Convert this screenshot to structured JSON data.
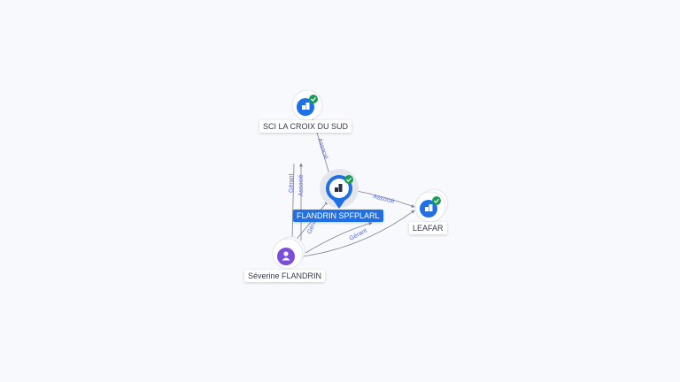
{
  "nodes": {
    "center": {
      "label": "FLANDRIN SPFPLARL",
      "icon": "building-icon",
      "verified": true
    },
    "sci": {
      "label": "SCI LA CROIX DU SUD",
      "icon": "building-icon",
      "verified": true
    },
    "leafar": {
      "label": "LEAFAR",
      "icon": "building-icon",
      "verified": true
    },
    "person": {
      "label": "Séverine FLANDRIN",
      "icon": "person-icon",
      "verified": false
    }
  },
  "edges": {
    "sci_center": "Associé",
    "center_leafar": "Associé",
    "person_sci_gerant": "Gérant",
    "person_sci_associe": "Associé",
    "person_center": "Gérant",
    "person_leafar": "Gérant"
  },
  "colors": {
    "company": "#1f6fe5",
    "person": "#7b4ddb",
    "verified": "#1b9c55",
    "edge": "#7b8194",
    "edge_label": "#5b6bd6"
  }
}
